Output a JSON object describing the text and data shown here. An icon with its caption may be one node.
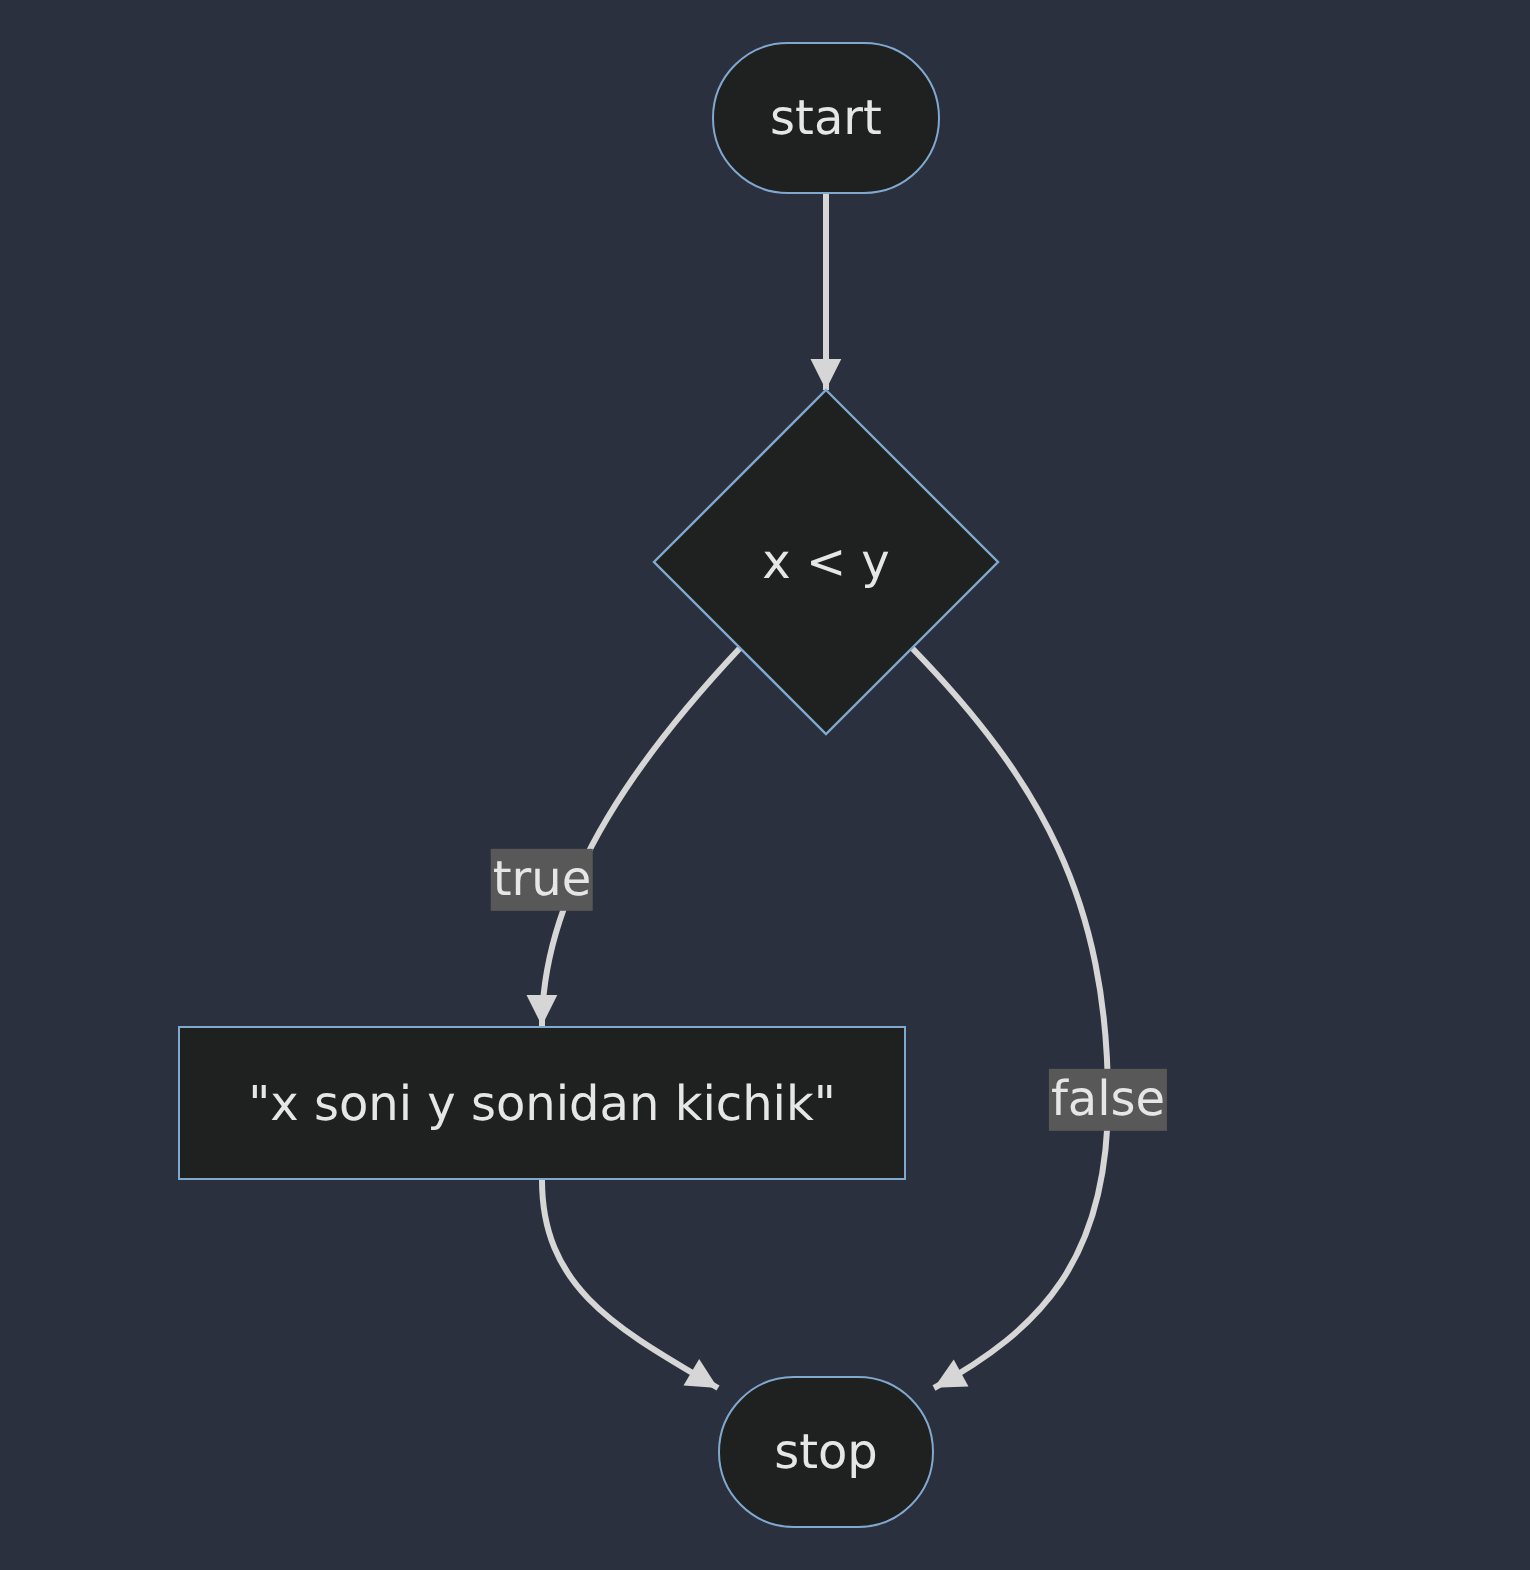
{
  "diagram": {
    "nodes": [
      {
        "text": [
          "start"
        ]
      },
      {
        "text": [
          "x < y"
        ]
      },
      {
        "text": [
          "\"x soni y sonidan kichik\""
        ]
      },
      {
        "text": [
          "stop"
        ]
      }
    ],
    "edges": [
      {
        "from": 0,
        "to": 1,
        "arrow": "to"
      },
      {
        "from": 1,
        "to": 2,
        "arrow": "to",
        "label": "true"
      },
      {
        "from": 2,
        "to": 3,
        "arrow": "to"
      },
      {
        "from": 1,
        "to": 3,
        "arrow": "to",
        "label": "false"
      }
    ]
  }
}
